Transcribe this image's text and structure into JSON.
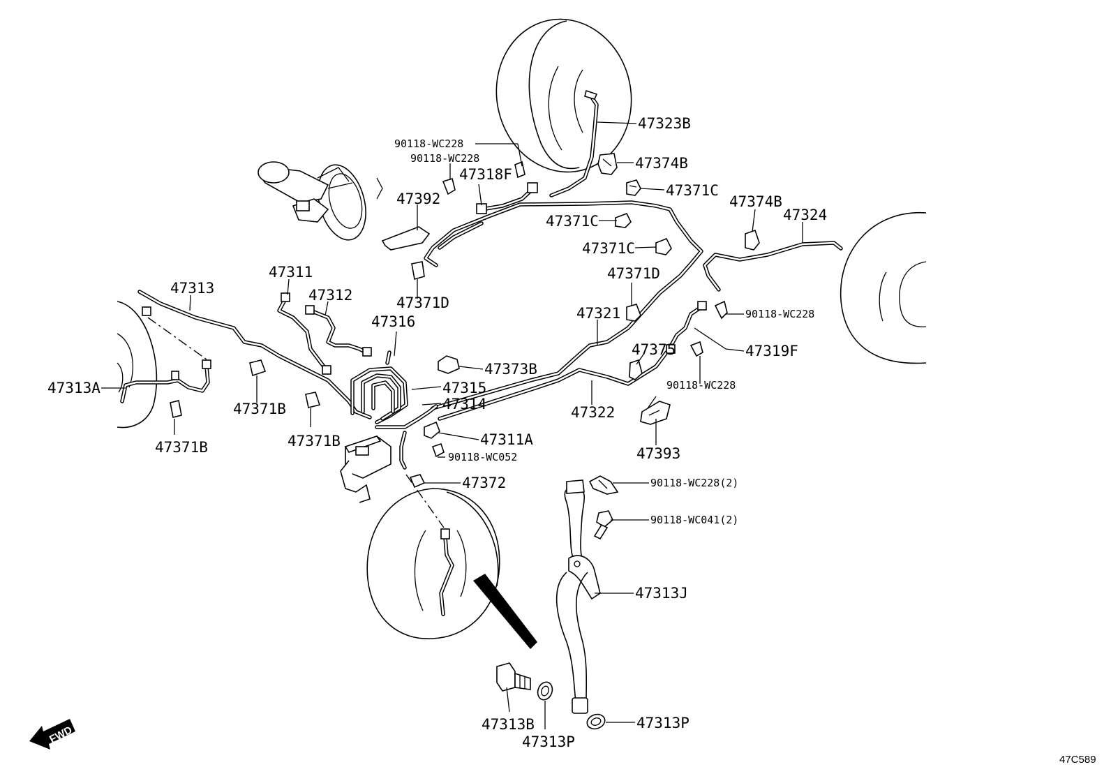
{
  "diagram": {
    "reference_code": "47C589",
    "fwd_label": "FWD",
    "callouts": [
      {
        "id": "47323B",
        "text": "47323B"
      },
      {
        "id": "90118-WC228-a",
        "text": "90118-WC228"
      },
      {
        "id": "90118-WC228-b",
        "text": "90118-WC228"
      },
      {
        "id": "47374B-a",
        "text": "47374B"
      },
      {
        "id": "47318F",
        "text": "47318F"
      },
      {
        "id": "47371C-a",
        "text": "47371C"
      },
      {
        "id": "47392",
        "text": "47392"
      },
      {
        "id": "47374B-b",
        "text": "47374B"
      },
      {
        "id": "47324",
        "text": "47324"
      },
      {
        "id": "47371C-b",
        "text": "47371C"
      },
      {
        "id": "47371C-c",
        "text": "47371C"
      },
      {
        "id": "47371D-a",
        "text": "47371D"
      },
      {
        "id": "47311",
        "text": "47311"
      },
      {
        "id": "47313",
        "text": "47313"
      },
      {
        "id": "47312",
        "text": "47312"
      },
      {
        "id": "47371D-b",
        "text": "47371D"
      },
      {
        "id": "47321",
        "text": "47321"
      },
      {
        "id": "90118-WC228-c",
        "text": "90118-WC228"
      },
      {
        "id": "47316",
        "text": "47316"
      },
      {
        "id": "47319F",
        "text": "47319F"
      },
      {
        "id": "47375",
        "text": "47375"
      },
      {
        "id": "47373B",
        "text": "47373B"
      },
      {
        "id": "47313A",
        "text": "47313A"
      },
      {
        "id": "47315",
        "text": "47315"
      },
      {
        "id": "90118-WC228-d",
        "text": "90118-WC228"
      },
      {
        "id": "47314",
        "text": "47314"
      },
      {
        "id": "47371B-a",
        "text": "47371B"
      },
      {
        "id": "47322",
        "text": "47322"
      },
      {
        "id": "47311A",
        "text": "47311A"
      },
      {
        "id": "47371B-b",
        "text": "47371B"
      },
      {
        "id": "47371B-c",
        "text": "47371B"
      },
      {
        "id": "47393",
        "text": "47393"
      },
      {
        "id": "90118-WC052",
        "text": "90118-WC052"
      },
      {
        "id": "47372",
        "text": "47372"
      },
      {
        "id": "90118-WC228-2",
        "text": "90118-WC228(2)"
      },
      {
        "id": "90118-WC041-2",
        "text": "90118-WC041(2)"
      },
      {
        "id": "47313J",
        "text": "47313J"
      },
      {
        "id": "47313B",
        "text": "47313B"
      },
      {
        "id": "47313P-a",
        "text": "47313P"
      },
      {
        "id": "47313P-b",
        "text": "47313P"
      }
    ]
  }
}
